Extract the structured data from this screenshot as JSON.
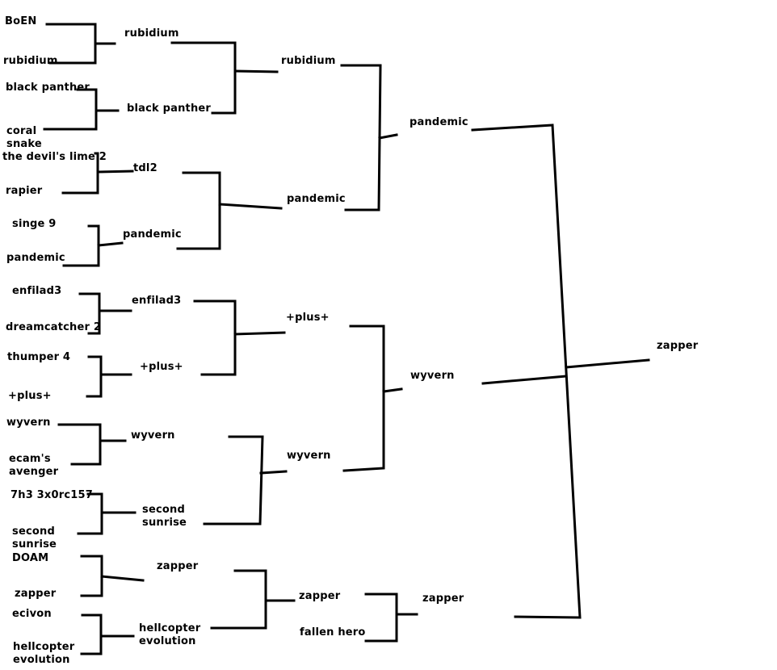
{
  "title": "Tournament bracket",
  "line_color": "#000000",
  "background": "#ffffff",
  "rounds": {
    "round1": [
      {
        "match": 1,
        "players": [
          "BoEN",
          "rubidium"
        ],
        "winner": "rubidium"
      },
      {
        "match": 2,
        "players": [
          "black panther",
          "coral\nsnake"
        ],
        "winner": "black panther"
      },
      {
        "match": 3,
        "players": [
          "the devil's lime 2",
          "rapier"
        ],
        "winner": "tdl2"
      },
      {
        "match": 4,
        "players": [
          "singe 9",
          "pandemic"
        ],
        "winner": "pandemic"
      },
      {
        "match": 5,
        "players": [
          "enfilad3",
          "dreamcatcher 2"
        ],
        "winner": "enfilad3"
      },
      {
        "match": 6,
        "players": [
          "thumper 4",
          "+plus+"
        ],
        "winner": "+plus+"
      },
      {
        "match": 7,
        "players": [
          "wyvern",
          "ecam's\navenger"
        ],
        "winner": "wyvern"
      },
      {
        "match": 8,
        "players": [
          "7h3 3x0rc157",
          "second\nsunrise"
        ],
        "winner": "second\nsunrise"
      },
      {
        "match": 9,
        "players": [
          "DOAM",
          "zapper"
        ],
        "winner": "zapper"
      },
      {
        "match": 10,
        "players": [
          "ecivon",
          "hellcopter\nevolution"
        ],
        "winner": "hellcopter\nevolution"
      }
    ],
    "round2": [
      {
        "players": [
          "rubidium",
          "black panther"
        ],
        "winner": "rubidium"
      },
      {
        "players": [
          "tdl2",
          "pandemic"
        ],
        "winner": "pandemic"
      },
      {
        "players": [
          "enfilad3",
          "+plus+"
        ],
        "winner": "+plus+"
      },
      {
        "players": [
          "wyvern",
          "second\nsunrise"
        ],
        "winner": "wyvern"
      },
      {
        "players": [
          "zapper",
          "hellcopter\nevolution"
        ],
        "winner": "zapper"
      }
    ],
    "round3": [
      {
        "players": [
          "rubidium",
          "pandemic"
        ],
        "winner": "pandemic"
      },
      {
        "players": [
          "+plus+",
          "wyvern"
        ],
        "winner": "wyvern"
      },
      {
        "players": [
          "zapper",
          "fallen hero"
        ],
        "winner": "zapper"
      }
    ],
    "final": {
      "players": [
        "pandemic",
        "wyvern",
        "zapper"
      ],
      "winner": "zapper"
    }
  },
  "labels": {
    "r1": [
      "BoEN",
      "rubidium",
      "black panther",
      "coral\nsnake",
      "the devil's lime 2",
      "rapier",
      "singe 9",
      "pandemic",
      "enfilad3",
      "dreamcatcher 2",
      "thumper 4",
      "+plus+",
      "wyvern",
      "ecam's\navenger",
      "7h3 3x0rc157",
      "second\nsunrise",
      "DOAM",
      "zapper",
      "ecivon",
      "hellcopter\nevolution"
    ],
    "r2": [
      "rubidium",
      "black panther",
      "tdl2",
      "pandemic",
      "enfilad3",
      "+plus+",
      "wyvern",
      "second\nsunrise",
      "zapper",
      "hellcopter\nevolution"
    ],
    "r3": [
      "rubidium",
      "pandemic",
      "+plus+",
      "wyvern",
      "zapper",
      "fallen hero"
    ],
    "r4": [
      "pandemic",
      "wyvern",
      "zapper"
    ],
    "champion": "zapper"
  }
}
